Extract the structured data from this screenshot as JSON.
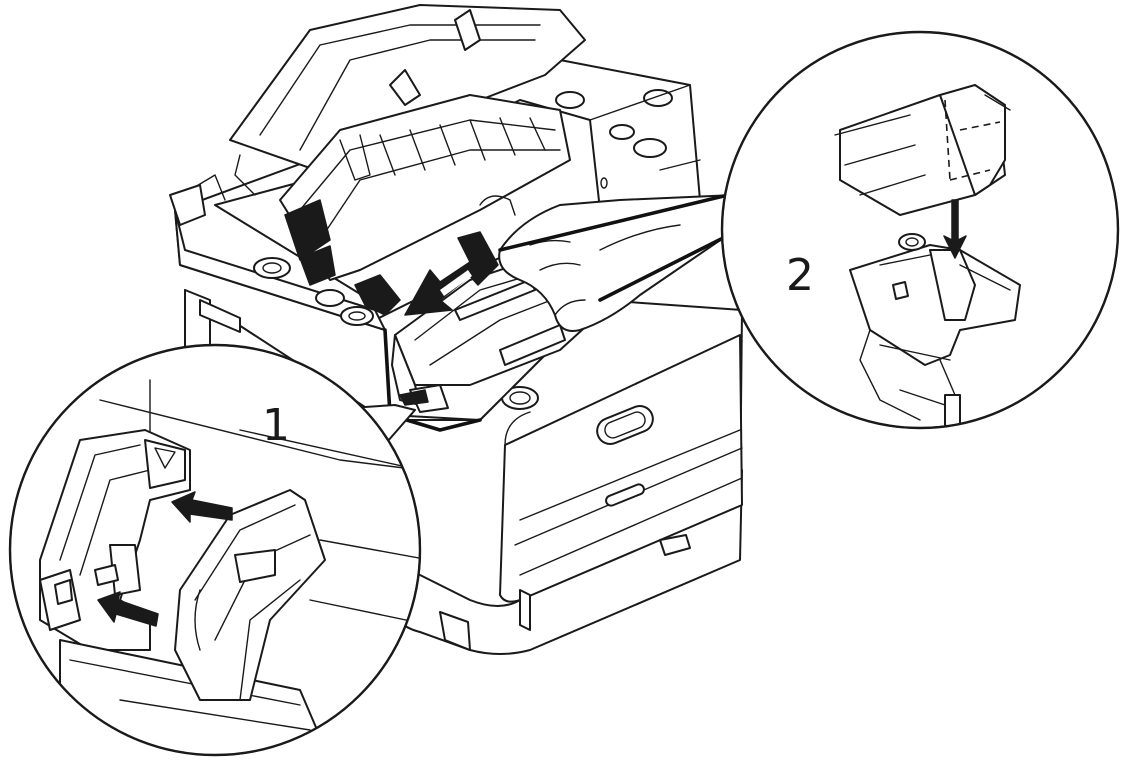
{
  "figure": {
    "callouts": [
      {
        "id": "1",
        "label": "1"
      },
      {
        "id": "2",
        "label": "2"
      }
    ],
    "colors": {
      "line": "#1a1a1a",
      "fill": "#ffffff"
    },
    "icons": [
      "printer-drawing",
      "hand-drawing",
      "toner-cartridge-drawing",
      "arrow-icon"
    ]
  }
}
